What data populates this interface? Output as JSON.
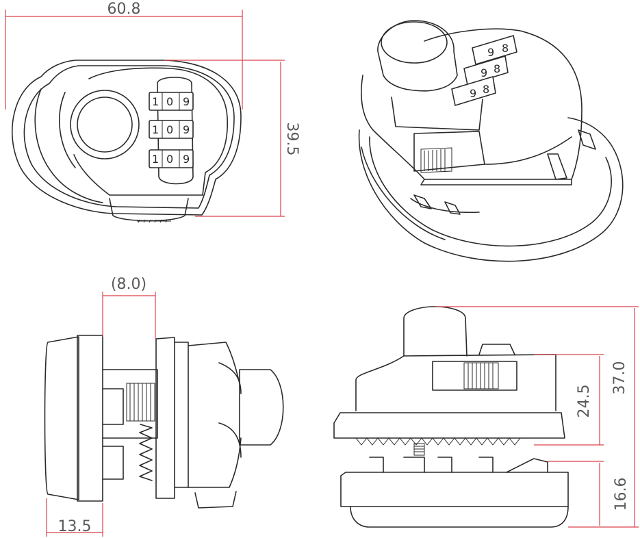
{
  "dimensions": {
    "top_width": "60.8",
    "top_height": "39.5",
    "side_gap": "(8.0)",
    "side_width": "13.5",
    "front_height_total": "37.0",
    "front_height_mid": "24.5",
    "front_height_base": "16.6"
  },
  "dial_digits": {
    "top_view": [
      "1",
      "0",
      "9"
    ],
    "iso_view": [
      "9",
      "8"
    ]
  },
  "colors": {
    "dimension_line": "#d9414b",
    "outline": "#2a2a2a",
    "text": "#5a5a5a"
  }
}
